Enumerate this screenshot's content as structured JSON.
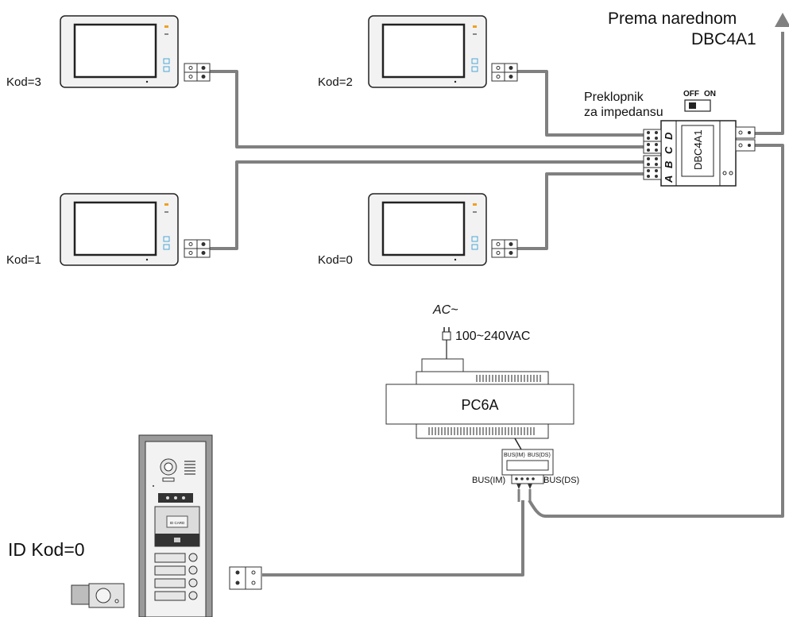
{
  "monitors": [
    {
      "code": "Kod=3"
    },
    {
      "code": "Kod=2"
    },
    {
      "code": "Kod=1"
    },
    {
      "code": "Kod=0"
    }
  ],
  "next_device": {
    "line1": "Prema narednom",
    "line2": "DBC4A1"
  },
  "switch": {
    "line1": "Preklopnik",
    "line2": "za impedansu",
    "off": "OFF",
    "on": "ON"
  },
  "distributor": {
    "name": "DBC4A1",
    "ports": [
      "D",
      "C",
      "B",
      "A"
    ]
  },
  "power": {
    "ac": "AC~",
    "voltage": "100~240VAC",
    "name": "PC6A",
    "bus_im": "BUS(IM)",
    "bus_ds": "BUS(DS)"
  },
  "door_station": {
    "code": "ID Kod=0",
    "reader_text": "ID CARD"
  },
  "colors": {
    "wire": "#808080",
    "monitor_frame": "#f2f2f2",
    "screen": "#ffffff",
    "led_orange": "#f0a020",
    "button_blue": "#4aa8d8",
    "panel": "#9a9a9a"
  }
}
